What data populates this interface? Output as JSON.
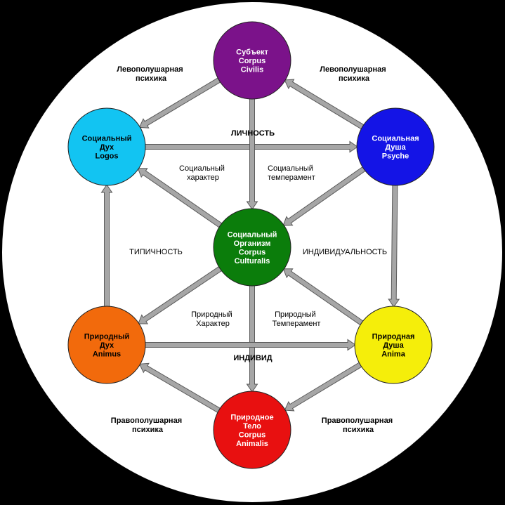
{
  "colors": {
    "background": "#000000",
    "disc": "#ffffff",
    "arrow_fill": "#a6a6a6",
    "arrow_stroke": "#5a5a5a"
  },
  "nodes": {
    "top": {
      "lines": [
        "Субъект",
        "Corpus",
        "Civilis"
      ],
      "fill": "#7b128a",
      "text_color": "#ffffff"
    },
    "ul": {
      "lines": [
        "Социальный",
        "Дух",
        "Logos"
      ],
      "fill": "#12c4f2",
      "text_color": "#000000"
    },
    "ur": {
      "lines": [
        "Социальная",
        "Душа",
        "Psyche"
      ],
      "fill": "#1414e6",
      "text_color": "#ffffff"
    },
    "center": {
      "lines": [
        "Социальный",
        "Организм",
        "Corpus",
        "Culturalis"
      ],
      "fill": "#0b7d0b",
      "text_color": "#ffffff"
    },
    "ll": {
      "lines": [
        "Природный",
        "Дух",
        "Animus"
      ],
      "fill": "#f26a0c",
      "text_color": "#000000"
    },
    "lr": {
      "lines": [
        "Природная",
        "Душа",
        "Anima"
      ],
      "fill": "#f5ee0a",
      "text_color": "#000000"
    },
    "bottom": {
      "lines": [
        "Природное",
        "Тело",
        "Corpus",
        "Animalis"
      ],
      "fill": "#e81010",
      "text_color": "#ffffff"
    }
  },
  "labels": {
    "left_brain_top_left": [
      "Левополушарная",
      "психика"
    ],
    "left_brain_top_right": [
      "Левополушарная",
      "психика"
    ],
    "right_brain_bottom_left": [
      "Правополушарная",
      "психика"
    ],
    "right_brain_bottom_right": [
      "Правополушарная",
      "психика"
    ],
    "social_character": [
      "Социальный",
      "характер"
    ],
    "social_temperament": [
      "Социальный",
      "темперамент"
    ],
    "natural_character": [
      "Природный",
      "Характер"
    ],
    "natural_temperament": [
      "Природный",
      "Темперамент"
    ],
    "personality": "ЛИЧНОСТЬ",
    "individual": "ИНДИВИД",
    "typicality": "ТИПИЧНОСТЬ",
    "individuality": "ИНДИВИДУАЛЬНОСТЬ"
  }
}
